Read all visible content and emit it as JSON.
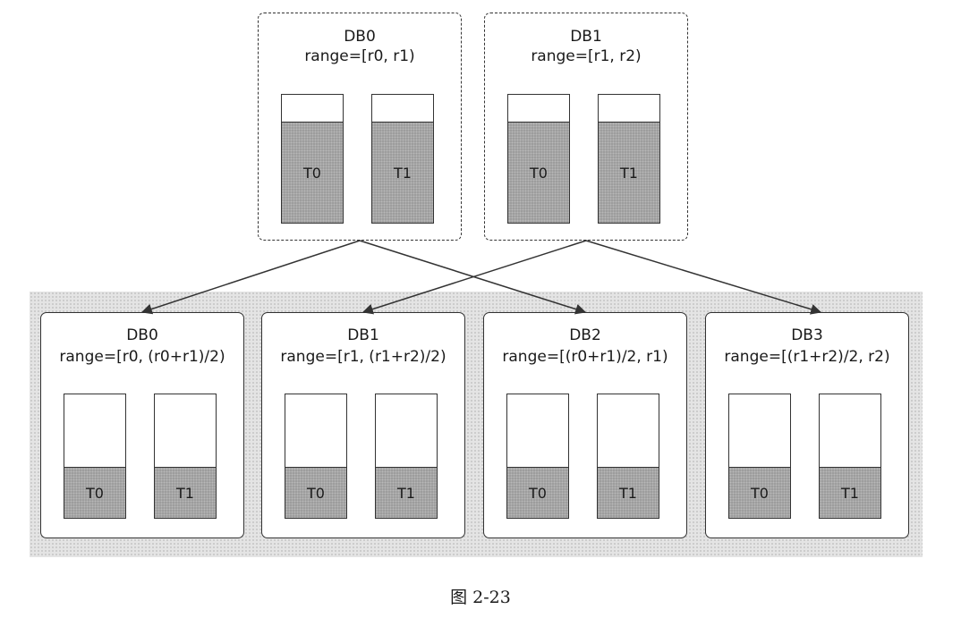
{
  "source": {
    "db0": {
      "name": "DB0",
      "range": "range=[r0, r1)",
      "tables": [
        "T0",
        "T1"
      ]
    },
    "db1": {
      "name": "DB1",
      "range": "range=[r1, r2)",
      "tables": [
        "T0",
        "T1"
      ]
    }
  },
  "target": {
    "db0": {
      "name": "DB0",
      "range": "range=[r0, (r0+r1)/2)",
      "tables": [
        "T0",
        "T1"
      ]
    },
    "db1": {
      "name": "DB1",
      "range": "range=[r1, (r1+r2)/2)",
      "tables": [
        "T0",
        "T1"
      ]
    },
    "db2": {
      "name": "DB2",
      "range": "range=[(r0+r1)/2, r1)",
      "tables": [
        "T0",
        "T1"
      ]
    },
    "db3": {
      "name": "DB3",
      "range": "range=[(r1+r2)/2, r2)",
      "tables": [
        "T0",
        "T1"
      ]
    }
  },
  "fill_level": {
    "source": 0.79,
    "target": 0.41
  },
  "colors": {
    "line": "#333333",
    "table_fill": "#9c9c9c",
    "band": "#e4e4e4"
  },
  "caption": "图 2-23"
}
